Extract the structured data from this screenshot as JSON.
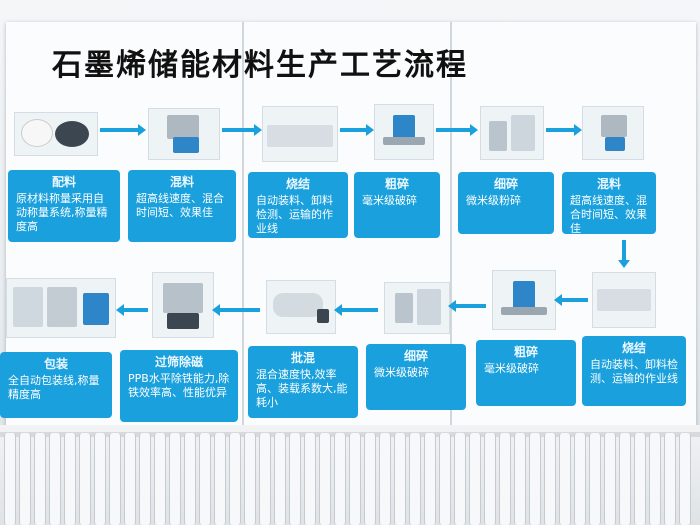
{
  "title": "石墨烯储能材料生产工艺流程",
  "colors": {
    "box": "#1aa0dc",
    "arrow": "#1aa0dc",
    "title": "#111111"
  },
  "steps_top": [
    {
      "heading": "配料",
      "text": "原材料称量采用自动称量系统,称量精度高"
    },
    {
      "heading": "混料",
      "text": "超高线速度、混合时间短、效果佳"
    },
    {
      "heading": "烧结",
      "text": "自动装料、卸料检测、运输的作业线"
    },
    {
      "heading": "粗碎",
      "text": "毫米级破碎"
    },
    {
      "heading": "细碎",
      "text": "微米级粉碎"
    },
    {
      "heading": "混料",
      "text": "超高线速度、混合时间短、效果佳"
    }
  ],
  "steps_bottom": [
    {
      "heading": "包装",
      "text": "全自动包装线,称量精度高"
    },
    {
      "heading": "过筛除磁",
      "text": "PPB水平除铁能力,除铁效率高、性能优异"
    },
    {
      "heading": "批混",
      "text": "混合速度快,效率高、装载系数大,能耗小"
    },
    {
      "heading": "细碎",
      "text": "微米级破碎"
    },
    {
      "heading": "粗碎",
      "text": "毫米级破碎"
    },
    {
      "heading": "烧结",
      "text": "自动装料、卸料检测、运输的作业线"
    }
  ]
}
